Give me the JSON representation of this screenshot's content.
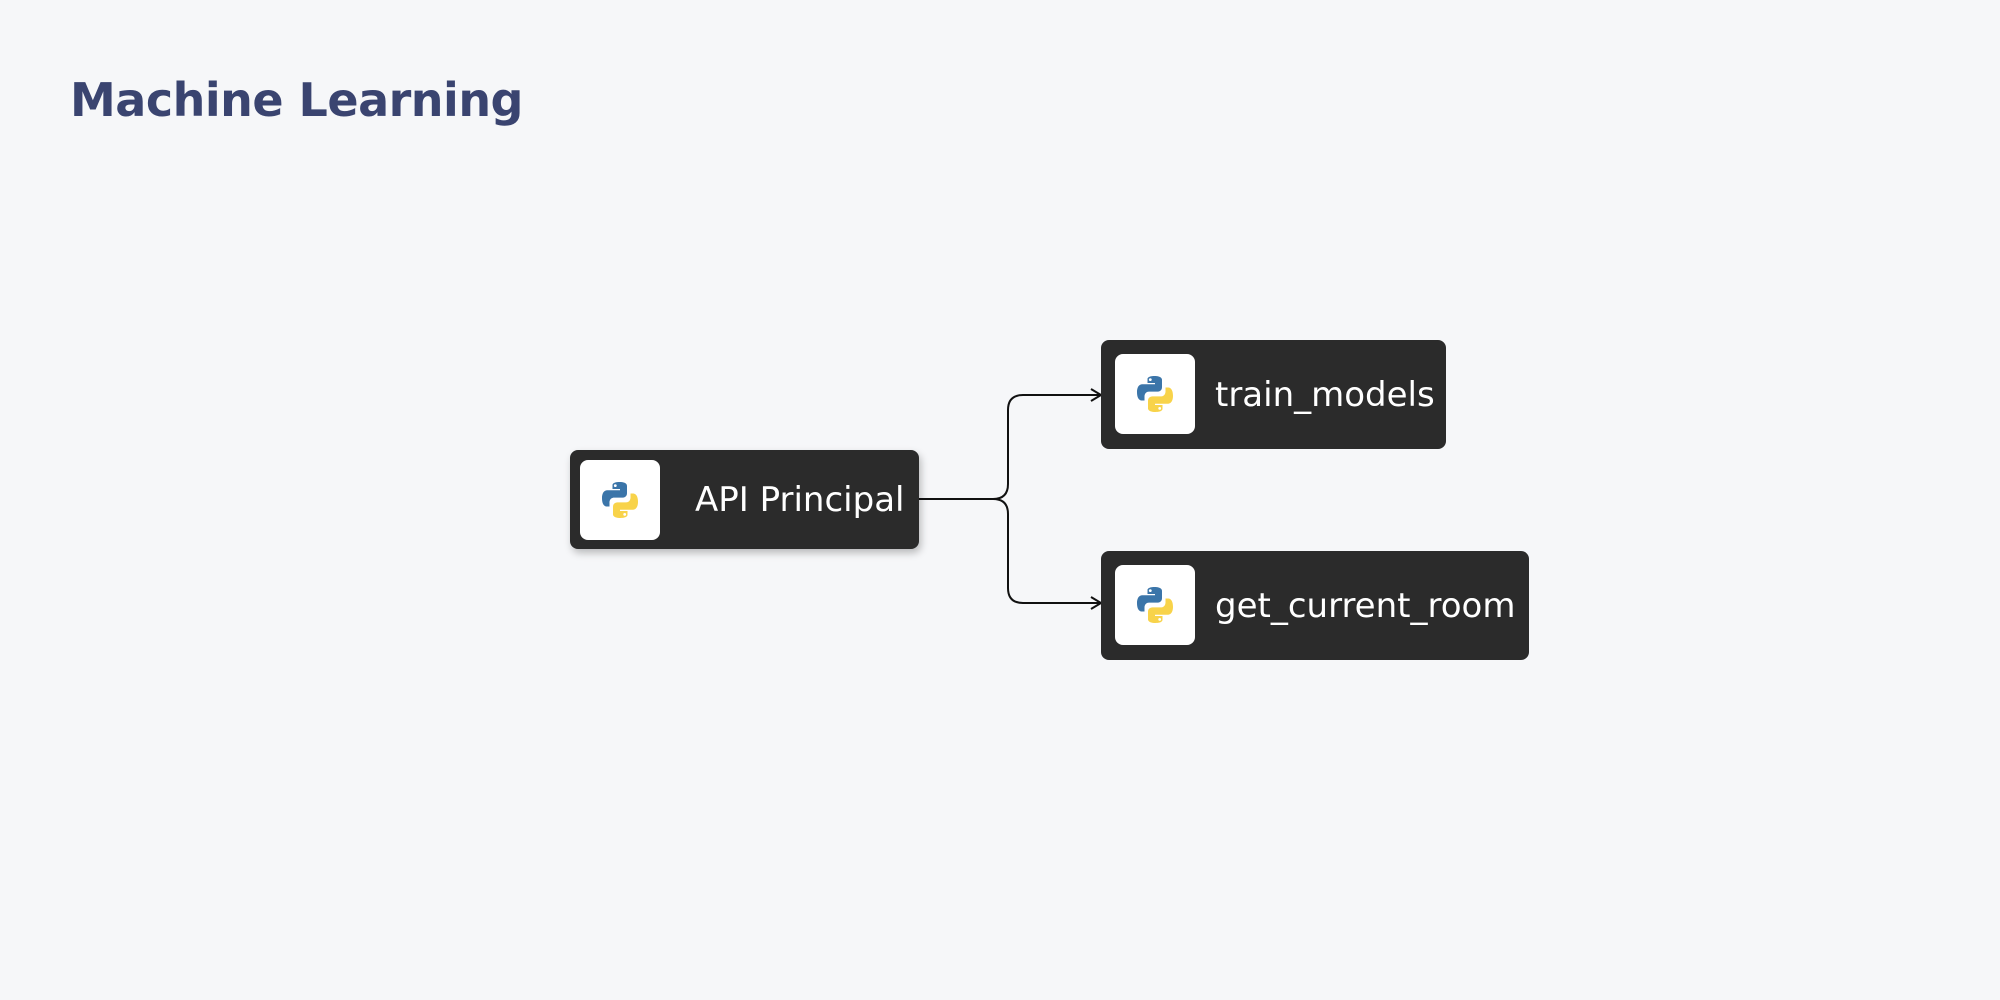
{
  "title": "Machine Learning",
  "nodes": [
    {
      "id": "api-principal",
      "label": "API Principal",
      "icon": "python-icon"
    },
    {
      "id": "train-models",
      "label": "train_models",
      "icon": "python-icon"
    },
    {
      "id": "get-current-room",
      "label": "get_current_room",
      "icon": "python-icon"
    }
  ],
  "edges": [
    {
      "from": "api-principal",
      "to": "train-models"
    },
    {
      "from": "api-principal",
      "to": "get-current-room"
    }
  ],
  "colors": {
    "background": "#f6f7f9",
    "title": "#3a4470",
    "node_fill": "#2b2b2b",
    "node_text": "#ffffff",
    "icon_bg": "#ffffff",
    "edge": "#111111",
    "python_blue": "#3b75a9",
    "python_yellow": "#f8d34a"
  }
}
